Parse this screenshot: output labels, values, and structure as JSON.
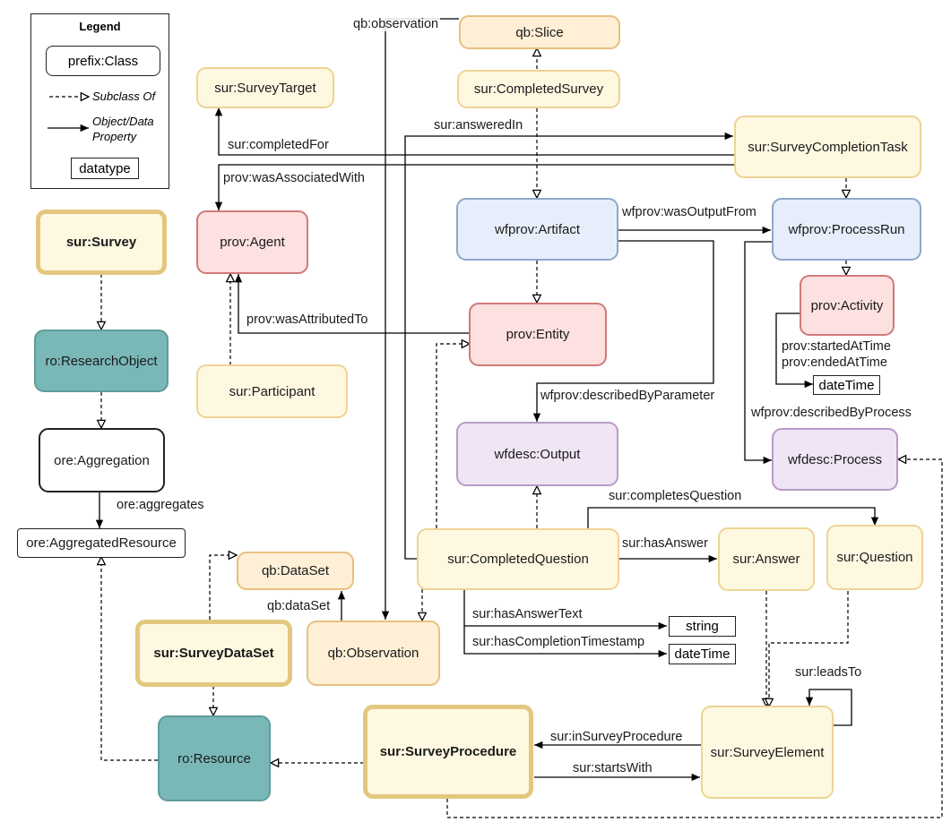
{
  "legend": {
    "title": "Legend",
    "class_example": "prefix:Class",
    "subclass_label": "Subclass Of",
    "property_label": "Object/Data Property",
    "datatype_example": "datatype"
  },
  "nodes": {
    "qb_slice": "qb:Slice",
    "sur_completed_survey": "sur:CompletedSurvey",
    "sur_survey_target": "sur:SurveyTarget",
    "sur_survey_completion_task": "sur:SurveyCompletionTask",
    "sur_survey": "sur:Survey",
    "prov_agent": "prov:Agent",
    "wfprov_artifact": "wfprov:Artifact",
    "wfprov_process_run": "wfprov:ProcessRun",
    "prov_activity": "prov:Activity",
    "ro_research_object": "ro:ResearchObject",
    "prov_entity": "prov:Entity",
    "sur_participant": "sur:Participant",
    "ore_aggregation": "ore:Aggregation",
    "wfdesc_output": "wfdesc:Output",
    "wfdesc_process": "wfdesc:Process",
    "ore_aggregated_resource": "ore:AggregatedResource",
    "qb_dataset": "qb:DataSet",
    "sur_completed_question": "sur:CompletedQuestion",
    "sur_answer": "sur:Answer",
    "sur_question": "sur:Question",
    "sur_survey_dataset": "sur:SurveyDataSet",
    "qb_observation": "qb:Observation",
    "ro_resource": "ro:Resource",
    "sur_survey_procedure": "sur:SurveyProcedure",
    "sur_survey_element": "sur:SurveyElement"
  },
  "datatypes": {
    "datetime_activity": "dateTime",
    "string_answer": "string",
    "datetime_completion": "dateTime"
  },
  "edge_labels": {
    "qb_observation": "qb:observation",
    "answered_in": "sur:answeredIn",
    "completed_for": "sur:completedFor",
    "was_associated_with": "prov:wasAssociatedWith",
    "was_output_from": "wfprov:wasOutputFrom",
    "was_attributed_to": "prov:wasAttributedTo",
    "started_at_time": "prov:startedAtTime",
    "ended_at_time": "prov:endedAtTime",
    "described_by_parameter": "wfprov:describedByParameter",
    "described_by_process": "wfprov:describedByProcess",
    "ore_aggregates": "ore:aggregates",
    "completes_question": "sur:completesQuestion",
    "has_answer": "sur:hasAnswer",
    "qb_dataset": "qb:dataSet",
    "has_answer_text": "sur:hasAnswerText",
    "has_completion_timestamp": "sur:hasCompletionTimestamp",
    "leads_to": "sur:leadsTo",
    "in_survey_procedure": "sur:inSurveyProcedure",
    "starts_with": "sur:startsWith"
  }
}
